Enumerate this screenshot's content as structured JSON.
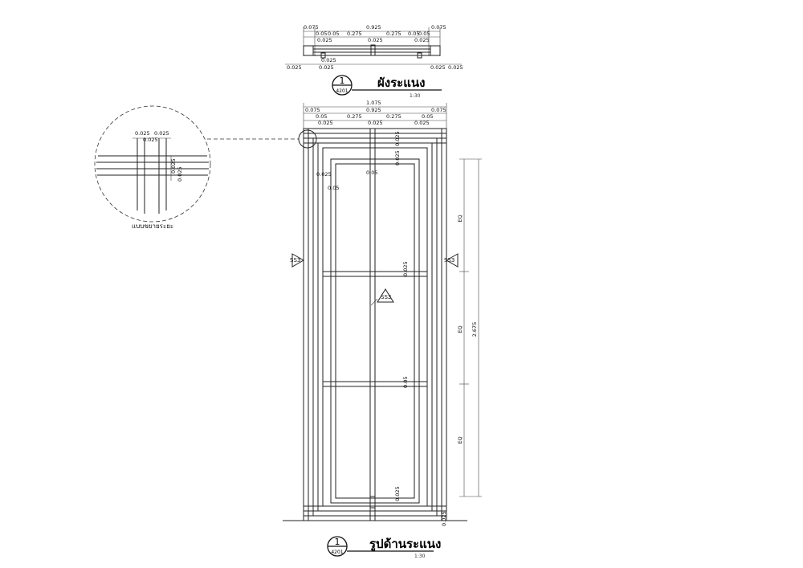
{
  "plan": {
    "title": "ผังระแนง",
    "scale": "1:30",
    "tag_number": "1",
    "tag_sheet": "4201",
    "dims_top": {
      "overall": "0.925",
      "left_end": "0.075",
      "right_end": "0.075"
    },
    "dims_mid": {
      "a": "0.05",
      "b": "0.05",
      "c": "0.275",
      "d": "0.275",
      "e": "0.05",
      "f": "0.05"
    },
    "dims_small": {
      "a": "0.025",
      "b": "0.025",
      "c": "0.025",
      "d": "0.025"
    },
    "dims_bottom": {
      "l1": "0.025",
      "l2": "0.025",
      "r1": "0.025",
      "r2": "0.025"
    }
  },
  "elevation": {
    "title": "รูปด้านระแนง",
    "scale": "1:30",
    "tag_number": "1",
    "tag_sheet": "4201",
    "dims_top": {
      "overall": "1.075",
      "left_end": "0.075",
      "right_end": "0.075",
      "inner": "0.925"
    },
    "dims_mid": {
      "a": "0.05",
      "b": "0.275",
      "c": "0.275",
      "d": "0.05"
    },
    "dims_small": {
      "a": "0.025",
      "b": "0.025",
      "c": "0.025",
      "d": "0.025",
      "e": "0.05",
      "f": "0.05"
    },
    "height": "2.675",
    "eq1": "EQ",
    "eq2": "EQ",
    "eq3": "EQ",
    "ss_left": "SS3",
    "ss_right": "SS3",
    "ss_center": "SS3",
    "side_dims": {
      "a": "0.025",
      "b": "0.025",
      "c": "0.025",
      "d": "0.05",
      "e": "0.025",
      "f": "0.025"
    }
  },
  "detail": {
    "label": "แบบขยายระยะ",
    "dim_a": "0.025",
    "dim_b": "0.025",
    "dim_c": "0.025",
    "dim_v1": "0.025",
    "dim_v2": "0.025"
  }
}
